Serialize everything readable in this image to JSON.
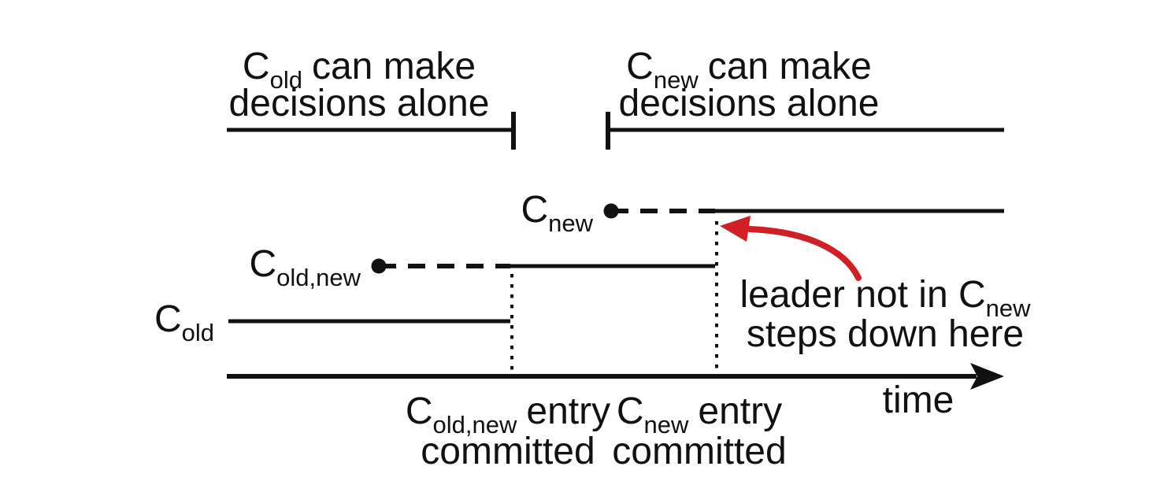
{
  "colors": {
    "ink": "#111111",
    "accent_red": "#d11f26",
    "background": "#ffffff"
  },
  "header": {
    "old_scope": {
      "c": "C",
      "sub": "old",
      "rest": "can make",
      "line2": "decisions alone"
    },
    "new_scope": {
      "c": "C",
      "sub": "new",
      "rest": "can make",
      "line2": "decisions alone"
    }
  },
  "timelines": {
    "c_old": {
      "c": "C",
      "sub": "old"
    },
    "c_old_new": {
      "c": "C",
      "sub": "old,new"
    },
    "c_new": {
      "c": "C",
      "sub": "new"
    }
  },
  "milestones": {
    "old_new_commit": {
      "c": "C",
      "sub": "old,new",
      "rest": "entry",
      "line2": "committed"
    },
    "new_commit": {
      "c": "C",
      "sub": "new",
      "rest": "entry",
      "line2": "committed"
    }
  },
  "note": {
    "line1": "leader not in C",
    "sub": "new",
    "line2": "steps down here"
  },
  "axis": {
    "label": "time"
  }
}
